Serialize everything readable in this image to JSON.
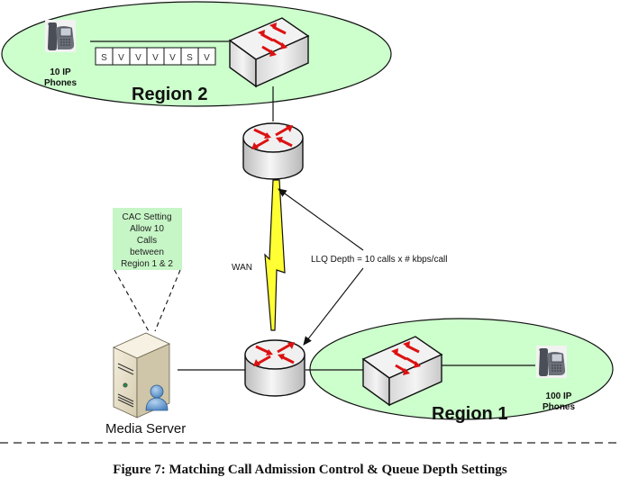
{
  "colors": {
    "region_fill": "#ccffcc",
    "cac_box_fill": "#c6f5c6",
    "lightning_fill": "#ffff33",
    "arrow_red": "#dd1111"
  },
  "region2": {
    "title": "Region 2",
    "phones": {
      "line1": "10 IP",
      "line2": "Phones"
    },
    "packet_queue": [
      "S",
      "V",
      "V",
      "V",
      "V",
      "S",
      "V"
    ]
  },
  "region1": {
    "title": "Region 1",
    "phones": {
      "line1": "100 IP",
      "line2": "Phones"
    }
  },
  "wan_label": "WAN",
  "llq_label": "LLQ Depth = 10 calls x # kbps/call",
  "cac_note": {
    "lines": [
      "CAC Setting",
      "Allow 10",
      "Calls",
      "between",
      "Region 1 & 2"
    ]
  },
  "media_server_label": "Media Server",
  "caption": "Figure 7: Matching Call Admission Control & Queue Depth Settings",
  "icons": {
    "switch": "switch-icon",
    "router": "router-icon",
    "phone": "ip-phone-icon",
    "server": "server-icon",
    "user": "user-icon",
    "wan_link": "lightning-icon"
  }
}
